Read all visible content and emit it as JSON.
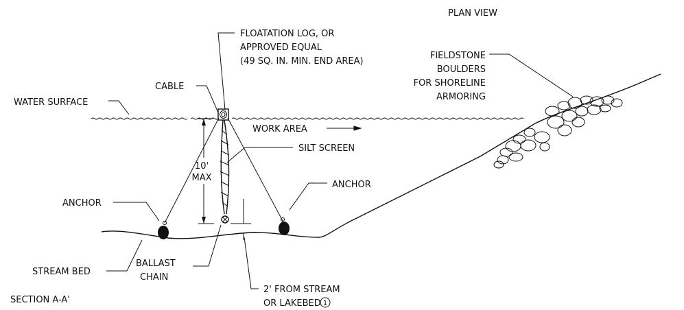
{
  "labels": {
    "plan_view": "PLAN VIEW",
    "floatation": [
      "FLOATATION LOG, OR",
      "APPROVED EQUAL",
      "(49 SQ. IN. MIN. END AREA)"
    ],
    "fieldstone": [
      "FIELDSTONE",
      "BOULDERS",
      "FOR SHORELINE",
      "ARMORING"
    ],
    "cable": "CABLE",
    "water_surface": "WATER SURFACE",
    "work_area": "WORK AREA",
    "silt_screen": "SILT SCREEN",
    "depth": [
      "10'",
      "MAX"
    ],
    "anchor_left": "ANCHOR",
    "anchor_right": "ANCHOR",
    "stream_bed": "STREAM BED",
    "ballast": [
      "BALLAST",
      "CHAIN"
    ],
    "clearance": [
      "2' FROM STREAM",
      "OR LAKEBED"
    ],
    "note_ref": "1",
    "section": "SECTION A-A'"
  }
}
